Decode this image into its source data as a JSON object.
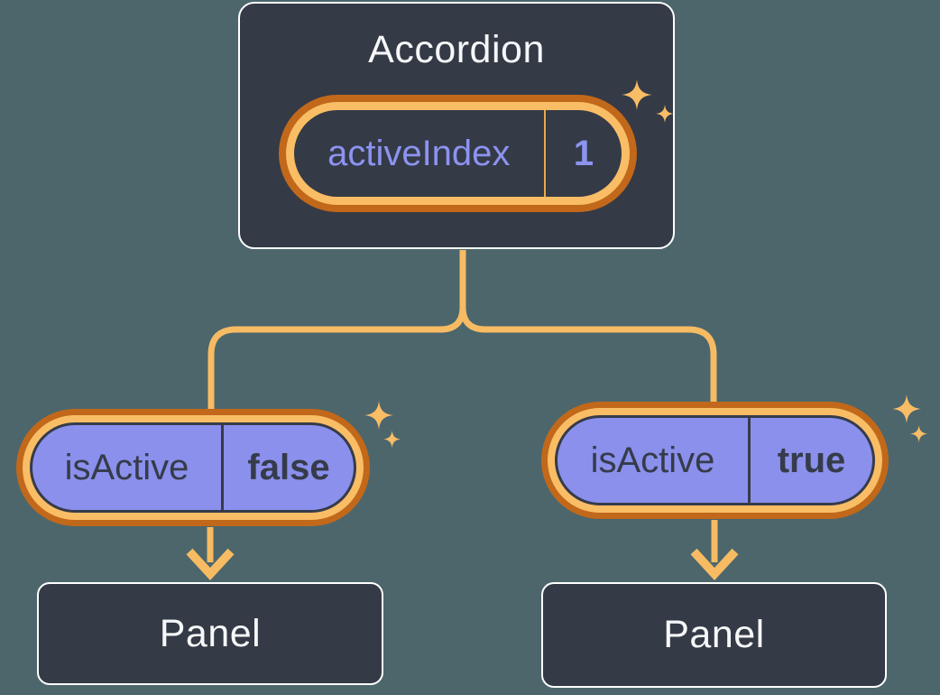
{
  "diagram": {
    "description": "React component tree showing state lifted up to a parent Accordion and passed down as props",
    "accordion": {
      "title": "Accordion",
      "state_pill": {
        "label": "activeIndex",
        "value": "1"
      }
    },
    "branches": [
      {
        "prop_pill": {
          "label": "isActive",
          "value": "false"
        },
        "panel": {
          "title": "Panel"
        }
      },
      {
        "prop_pill": {
          "label": "isActive",
          "value": "true"
        },
        "panel": {
          "title": "Panel"
        }
      }
    ],
    "decorations": {
      "sparkle_icon": "four-point-sparkle"
    },
    "colors": {
      "background": "#4C666C",
      "node_fill": "#343A46",
      "node_border": "#FFFFFF",
      "ring_outer_orange": "#C1681A",
      "ring_inner_orange": "#F9BD66",
      "connector_orange": "#F7BB63",
      "pill_purple": "#8A90EC",
      "text_purple": "#8C93F0",
      "text_dark": "#363B4A",
      "text_light": "#F6F7F9",
      "state_pill_divider": "#ECA747"
    }
  }
}
